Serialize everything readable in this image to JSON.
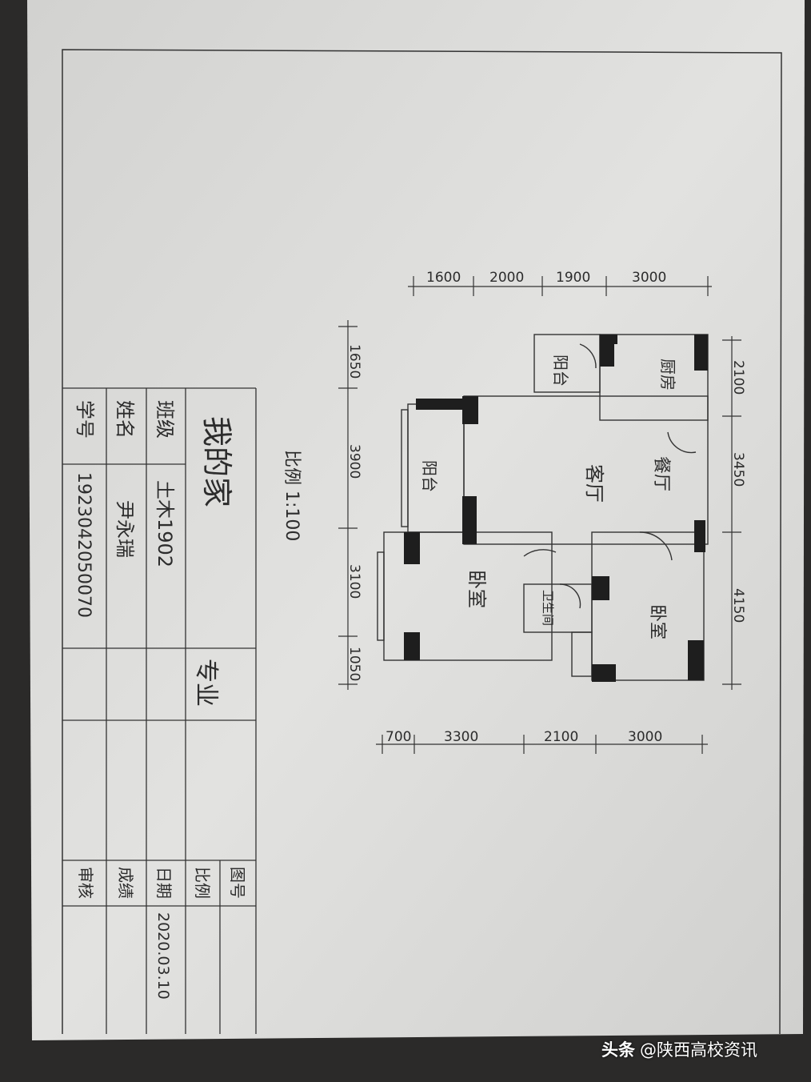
{
  "sheet": {
    "title": "我的家",
    "scale_note": "比例 1:100",
    "major_label": "专业",
    "class_label": "班级",
    "class_value": "土木1902",
    "name_label": "姓名",
    "name_value": "尹永瑞",
    "id_label": "学号",
    "id_value": "1923042050070",
    "drawing_no_label": "图号",
    "scale_label": "比例",
    "date_label": "日期",
    "date_value": "2020.03.10",
    "grade_label": "成绩",
    "review_label": "审核"
  },
  "rooms": {
    "kitchen": "厨房",
    "balcony_small": "阳台",
    "balcony_left": "阳台",
    "living": "客厅",
    "dining": "餐厅",
    "bedroom_left": "卧室",
    "bedroom_right": "卧室",
    "bathroom": "卫生间"
  },
  "dimensions": {
    "top": [
      "1600",
      "2000",
      "1900",
      "3000"
    ],
    "bottom": [
      "700",
      "3300",
      "2100",
      "3000"
    ],
    "left": [
      "1650",
      "3900",
      "3100",
      "1050"
    ],
    "right": [
      "2100",
      "3450",
      "4150"
    ]
  },
  "watermark": {
    "brand": "头条",
    "account": "@陕西高校资讯"
  },
  "colors": {
    "paper": "#dcdcda",
    "ink": "#2c2c2c",
    "wall": "#1e1e1e",
    "desk": "#2b2a29"
  }
}
